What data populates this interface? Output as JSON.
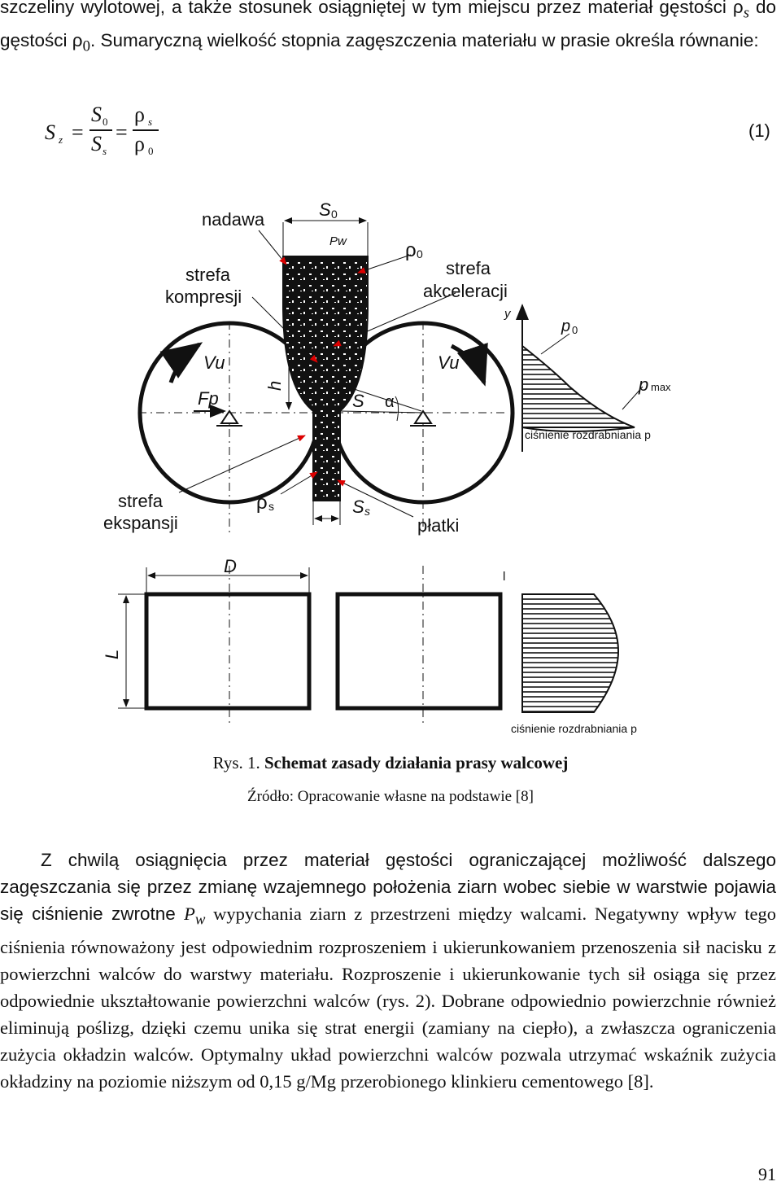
{
  "top_paragraph": {
    "text_before_rho_s": "szczeliny wylotowej, a także stosunek osiągniętej w tym miejscu przez materiał gęstości ρ",
    "sub_s": "s",
    "text_mid": " do gęstości ρ",
    "sub_0": "0",
    "text_after": ". Sumaryczną wielkość stopnia zagęszczenia materiału w prasie określa równanie:"
  },
  "equation": {
    "lhs": "S",
    "lhs_sub": "z",
    "eq1": "=",
    "num1": "S",
    "num1_sub": "0",
    "den1": "S",
    "den1_sub": "s",
    "eq2": "=",
    "num2": "ρ",
    "num2_sub": "s",
    "den2": "ρ",
    "den2_sub": "0",
    "number": "(1)"
  },
  "figure": {
    "labels": {
      "nadawa": "nadawa",
      "s0": "S",
      "s0_sub": "0",
      "pw": "Pw",
      "rho0": "ρ",
      "rho0_sub": "0",
      "strefa_kompresji_1": "strefa",
      "strefa_kompresji_2": "kompresji",
      "strefa_akceleracji_1": "strefa",
      "strefa_akceleracji_2": "akceleracji",
      "y": "y",
      "p0": "p",
      "p0_sub": "0",
      "vu_left": "Vu",
      "vu_right": "Vu",
      "pmax": "p",
      "pmax_sub": "max",
      "fp": "Fp",
      "h": "h",
      "s": "S",
      "alpha": "α",
      "pressure_p": "ciśnienie rozdrabniania p",
      "strefa_ekspansji_1": "strefa",
      "strefa_ekspansji_2": "ekspansji",
      "rhos": "ρ",
      "rhos_sub": "s",
      "ss": "S",
      "ss_sub": "s",
      "platki": "płatki",
      "d": "D",
      "l": "L",
      "l_small": "l",
      "pressure_p2": "ciśnienie rozdrabniania p"
    }
  },
  "caption": {
    "prefix": "Rys. 1.",
    "title": "Schemat zasady działania prasy walcowej"
  },
  "source": "Źródło: Opracowanie własne na podstawie [8]",
  "body": {
    "part1": "Z chwilą osiągnięcia przez materiał gęstości ograniczającej możliwość dalszego zagęszczania się przez zmianę wzajemnego położenia ziarn wobec siebie w warstwie pojawia się ciśnienie zwrotne ",
    "pw_p": "P",
    "pw_sub": "w",
    "part2": " wypychania ziarn z przestrzeni między walcami. Negatywny wpływ tego ciśnienia równoważony jest odpowiednim rozproszeniem i ukierunkowaniem przenoszenia sił nacisku z powierzchni walców do warstwy materiału. Rozproszenie i ukierunkowanie tych sił osiąga się przez odpowiednie ukształtowanie powierzchni walców (rys. 2). Dobrane odpowiednio powierzchnie również eliminują poślizg, dzięki czemu unika się strat energii (zamiany na ciepło), a zwłaszcza ograniczenia zużycia okładzin walców. Optymalny układ powierzchni walców pozwala utrzymać wskaźnik zużycia okładziny na poziomie niższym od 0,15 g/Mg przerobionego klinkieru cementowego [8]."
  },
  "page_number": "91"
}
